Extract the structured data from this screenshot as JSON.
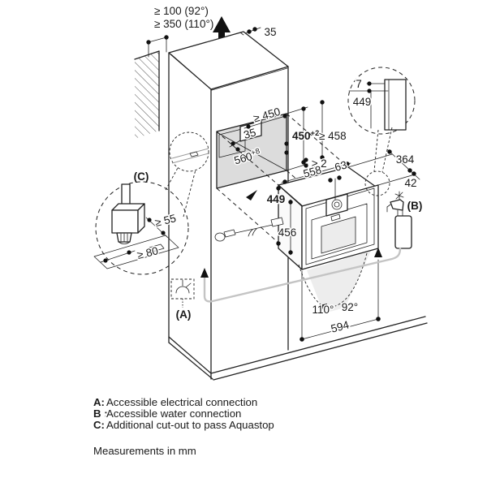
{
  "note": "Measurements in mm",
  "legend": {
    "a_key": "A:",
    "a_text": "Accessible electrical connection",
    "b_key": "B :",
    "b_text": "Accessible water connection",
    "c_key": "C:",
    "c_text": "Additional cut-out to pass Aquastop"
  },
  "callouts": {
    "a": "(A)",
    "b": "(B)",
    "c": "(C)"
  },
  "dims": {
    "clearance_92": "≥ 100 (92°)",
    "clearance_110": "≥ 350 (110°)",
    "top_rear_gap": "35",
    "niche_width": "≥ 450",
    "niche_side_gap": "35",
    "niche_depth_base": "560",
    "niche_depth_tol": "+8",
    "niche_height_base": "450",
    "niche_height_tol": "+2",
    "side_clearance": "≥ 458",
    "rear_clearance": "≥ 2",
    "appliance_width": "558",
    "spout_offset": "63",
    "appliance_height": "449",
    "front_height": "456",
    "appliance_depth": "364",
    "door_depth": "42",
    "panel_thickness": "7",
    "panel_height": "449",
    "front_width": "594",
    "swing_max": "110°",
    "swing_min": "92°",
    "cutout_side": "≥ 55",
    "cutout_front": "≥ 80"
  },
  "colors": {
    "line": "#222222",
    "niche_shade": "#dcdcdc",
    "door_cone": "rgba(0,0,0,0.07)",
    "routing": "#c4c4c4"
  }
}
